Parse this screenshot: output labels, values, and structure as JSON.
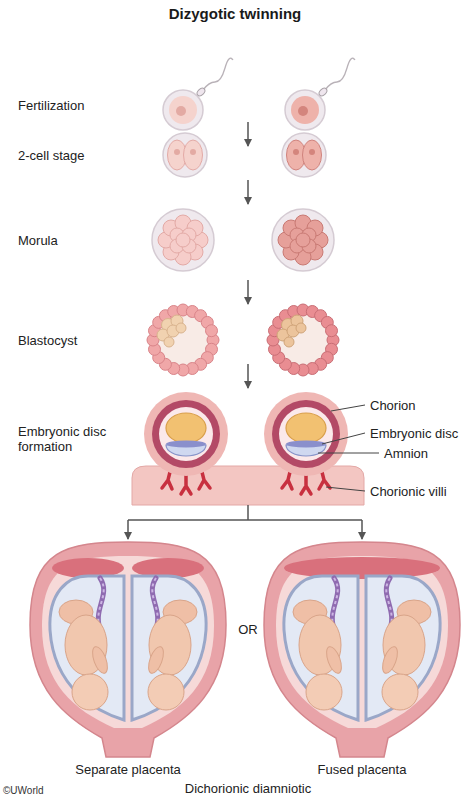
{
  "diagram": {
    "title": "Dizygotic twinning",
    "caption": "Dichorionic diamniotic",
    "labels": [
      "Fertilization",
      "2-cell stage",
      "Morula",
      "Blastocyst",
      "Embryonic disc formation",
      "Chorion",
      "Embryonic disc",
      "Amnion",
      "Chorionic villi",
      "Separate placenta",
      "OR",
      "Fused placenta",
      "©UWorld"
    ]
  }
}
